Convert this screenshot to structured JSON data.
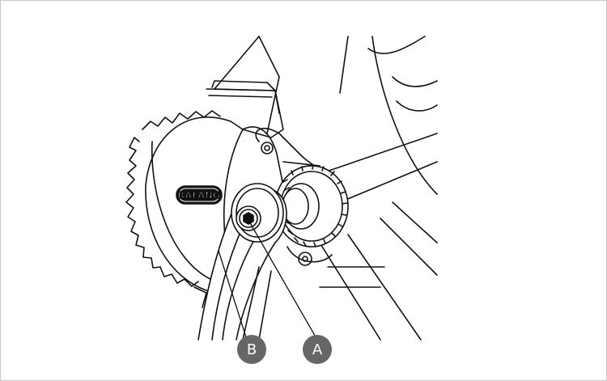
{
  "figure": {
    "brand_logo": "BAFANG",
    "callouts": [
      {
        "id": "A",
        "label": "A"
      },
      {
        "id": "B",
        "label": "B"
      }
    ]
  },
  "colors": {
    "line": "#111111",
    "callout_fill": "#666666",
    "callout_text": "#ffffff",
    "background": "#ffffff",
    "frame_border": "#c8c8c8"
  }
}
